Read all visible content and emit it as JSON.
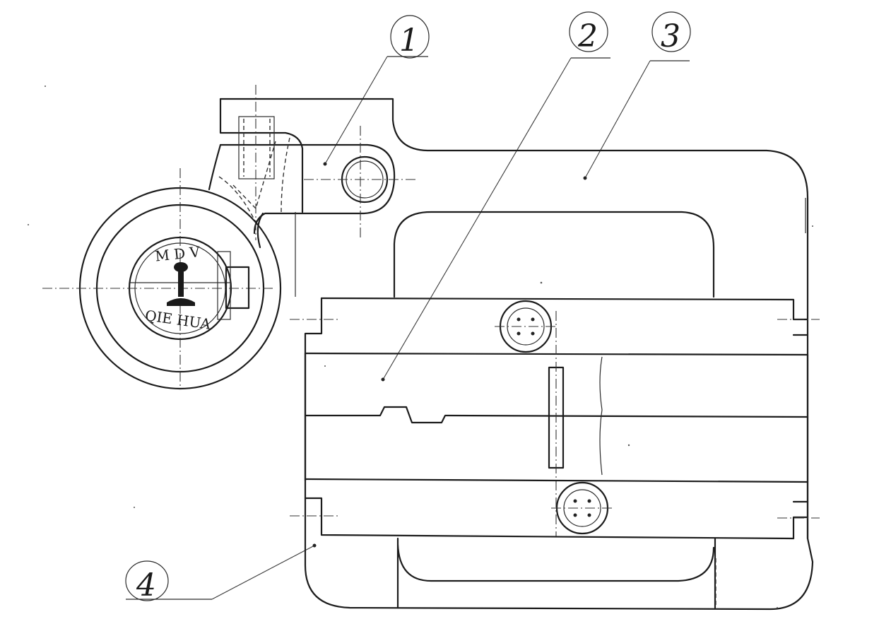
{
  "callouts": [
    "1",
    "2",
    "3",
    "4"
  ],
  "logo": {
    "top_text": "M D V",
    "bottom_text": "QIE HUA"
  }
}
